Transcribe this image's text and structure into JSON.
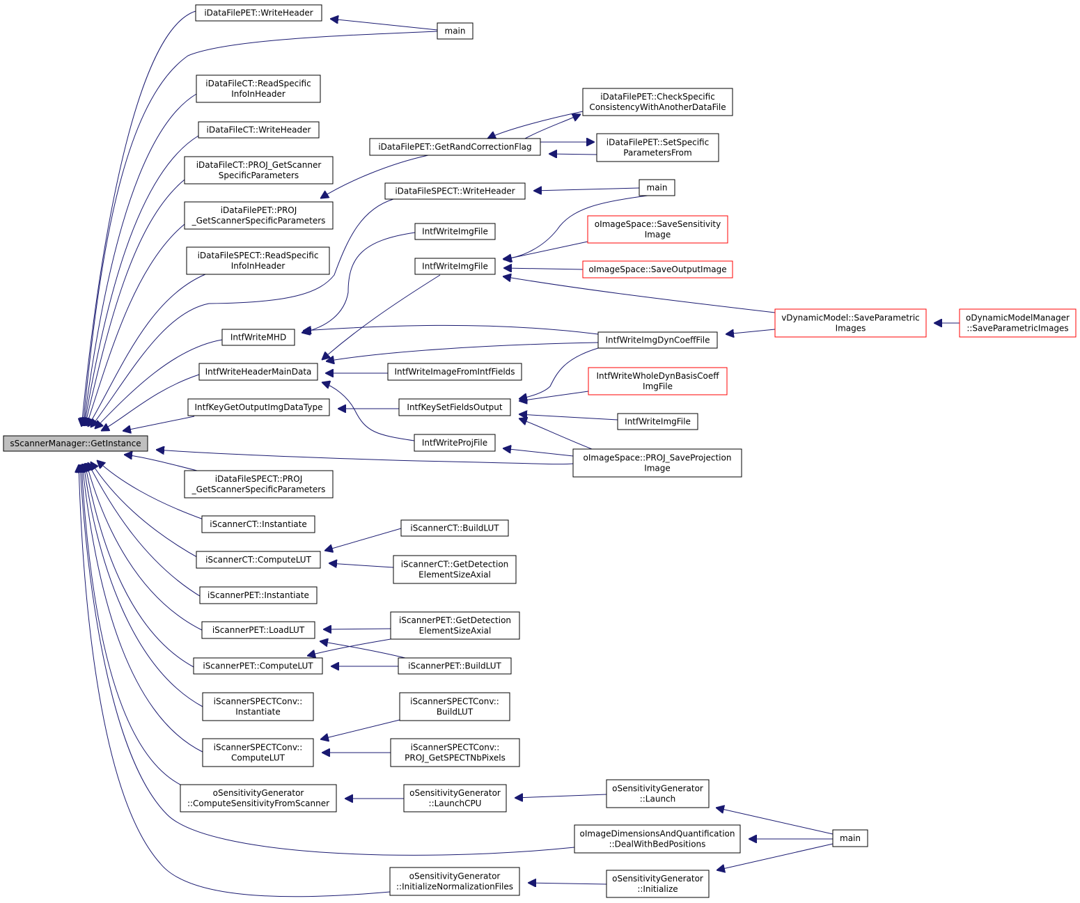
{
  "diagram": {
    "title": "",
    "colors": {
      "edge": "#191970",
      "node_border": "#000000",
      "truncated_border": "#ff0000",
      "root_fill": "#bfbfbf"
    },
    "nodes": [
      {
        "id": "root",
        "label": "sScannerManager::GetInstance",
        "style": "root"
      },
      {
        "id": "n1",
        "label": "iDataFilePET::WriteHeader"
      },
      {
        "id": "n2",
        "label": "main"
      },
      {
        "id": "n3",
        "label": "iDataFileCT::ReadSpecific\nInfoInHeader"
      },
      {
        "id": "n4",
        "label": "iDataFileCT::WriteHeader"
      },
      {
        "id": "n5",
        "label": "iDataFileCT::PROJ_GetScanner\nSpecificParameters"
      },
      {
        "id": "n6",
        "label": "iDataFilePET::PROJ\n_GetScannerSpecificParameters"
      },
      {
        "id": "n7",
        "label": "iDataFilePET::GetRandCorrectionFlag"
      },
      {
        "id": "n8",
        "label": "iDataFilePET::CheckSpecific\nConsistencyWithAnotherDataFile"
      },
      {
        "id": "n9",
        "label": "iDataFilePET::SetSpecific\nParametersFrom"
      },
      {
        "id": "n10",
        "label": "iDataFileSPECT::ReadSpecific\nInfoInHeader"
      },
      {
        "id": "n11",
        "label": "iDataFileSPECT::WriteHeader"
      },
      {
        "id": "n12",
        "label": "main"
      },
      {
        "id": "n13",
        "label": "IntfWriteMHD"
      },
      {
        "id": "n14",
        "label": "IntfWriteImgFile"
      },
      {
        "id": "n15",
        "label": "IntfWriteImgFile"
      },
      {
        "id": "n16",
        "label": "oImageSpace::SaveSensitivity\nImage",
        "style": "truncated"
      },
      {
        "id": "n17",
        "label": "oImageSpace::SaveOutputImage",
        "style": "truncated"
      },
      {
        "id": "n18",
        "label": "vDynamicModel::SaveParametric\nImages",
        "style": "truncated"
      },
      {
        "id": "n19",
        "label": "oDynamicModelManager\n::SaveParametricImages",
        "style": "truncated"
      },
      {
        "id": "n20",
        "label": "IntfWriteHeaderMainData"
      },
      {
        "id": "n21",
        "label": "IntfWriteImgDynCoeffFile"
      },
      {
        "id": "n22",
        "label": "IntfWriteImageFromIntfFields"
      },
      {
        "id": "n23",
        "label": "IntfKeyGetOutputImgDataType"
      },
      {
        "id": "n24",
        "label": "IntfKeySetFieldsOutput"
      },
      {
        "id": "n25",
        "label": "IntfWriteWholeDynBasisCoeff\nImgFile",
        "style": "truncated"
      },
      {
        "id": "n26",
        "label": "IntfWriteImgFile"
      },
      {
        "id": "n27",
        "label": "IntfWriteProjFile"
      },
      {
        "id": "n28",
        "label": "oImageSpace::PROJ_SaveProjection\nImage"
      },
      {
        "id": "n29",
        "label": "iDataFileSPECT::PROJ\n_GetScannerSpecificParameters"
      },
      {
        "id": "n30",
        "label": "iScannerCT::Instantiate"
      },
      {
        "id": "n31",
        "label": "iScannerCT::BuildLUT"
      },
      {
        "id": "n32",
        "label": "iScannerCT::ComputeLUT"
      },
      {
        "id": "n33",
        "label": "iScannerCT::GetDetection\nElementSizeAxial"
      },
      {
        "id": "n34",
        "label": "iScannerPET::Instantiate"
      },
      {
        "id": "n35",
        "label": "iScannerPET::GetDetection\nElementSizeAxial"
      },
      {
        "id": "n36",
        "label": "iScannerPET::LoadLUT"
      },
      {
        "id": "n37",
        "label": "iScannerPET::ComputeLUT"
      },
      {
        "id": "n38",
        "label": "iScannerPET::BuildLUT"
      },
      {
        "id": "n39",
        "label": "iScannerSPECTConv::\nInstantiate"
      },
      {
        "id": "n40",
        "label": "iScannerSPECTConv::\nBuildLUT"
      },
      {
        "id": "n41",
        "label": "iScannerSPECTConv::\nComputeLUT"
      },
      {
        "id": "n42",
        "label": "iScannerSPECTConv::\nPROJ_GetSPECTNbPixels"
      },
      {
        "id": "n43",
        "label": "oSensitivityGenerator\n::ComputeSensitivityFromScanner"
      },
      {
        "id": "n44",
        "label": "oSensitivityGenerator\n::LaunchCPU"
      },
      {
        "id": "n45",
        "label": "oSensitivityGenerator\n::Launch"
      },
      {
        "id": "n46",
        "label": "oImageDimensionsAndQuantification\n::DealWithBedPositions"
      },
      {
        "id": "n47",
        "label": "main"
      },
      {
        "id": "n48",
        "label": "oSensitivityGenerator\n::InitializeNormalizationFiles"
      },
      {
        "id": "n49",
        "label": "oSensitivityGenerator\n::Initialize"
      }
    ],
    "edges": [
      {
        "from": "n1",
        "to": "root"
      },
      {
        "from": "n2",
        "to": "n1"
      },
      {
        "from": "n2",
        "to": "root"
      },
      {
        "from": "n3",
        "to": "root"
      },
      {
        "from": "n4",
        "to": "root"
      },
      {
        "from": "n5",
        "to": "root"
      },
      {
        "from": "n6",
        "to": "root"
      },
      {
        "from": "n7",
        "to": "n6"
      },
      {
        "from": "n8",
        "to": "n7"
      },
      {
        "from": "n7",
        "to": "n8"
      },
      {
        "from": "n9",
        "to": "n7"
      },
      {
        "from": "n7",
        "to": "n9"
      },
      {
        "from": "n10",
        "to": "root"
      },
      {
        "from": "n11",
        "to": "root"
      },
      {
        "from": "n12",
        "to": "n11"
      },
      {
        "from": "n13",
        "to": "root"
      },
      {
        "from": "n14",
        "to": "n13"
      },
      {
        "from": "n12",
        "to": "n15"
      },
      {
        "from": "n16",
        "to": "n15"
      },
      {
        "from": "n17",
        "to": "n15"
      },
      {
        "from": "n18",
        "to": "n15"
      },
      {
        "from": "n19",
        "to": "n18"
      },
      {
        "from": "n20",
        "to": "root"
      },
      {
        "from": "n15",
        "to": "n20"
      },
      {
        "from": "n21",
        "to": "n13"
      },
      {
        "from": "n21",
        "to": "n20"
      },
      {
        "from": "n18",
        "to": "n21"
      },
      {
        "from": "n22",
        "to": "n20"
      },
      {
        "from": "n27",
        "to": "n20"
      },
      {
        "from": "n23",
        "to": "root"
      },
      {
        "from": "n24",
        "to": "n23"
      },
      {
        "from": "n21",
        "to": "n24"
      },
      {
        "from": "n25",
        "to": "n24"
      },
      {
        "from": "n26",
        "to": "n24"
      },
      {
        "from": "n28",
        "to": "n24"
      },
      {
        "from": "n28",
        "to": "n27"
      },
      {
        "from": "n28",
        "to": "root"
      },
      {
        "from": "n29",
        "to": "root"
      },
      {
        "from": "n30",
        "to": "root"
      },
      {
        "from": "n32",
        "to": "root"
      },
      {
        "from": "n31",
        "to": "n32"
      },
      {
        "from": "n33",
        "to": "n32"
      },
      {
        "from": "n34",
        "to": "root"
      },
      {
        "from": "n36",
        "to": "root"
      },
      {
        "from": "n35",
        "to": "n36"
      },
      {
        "from": "n38",
        "to": "n36"
      },
      {
        "from": "n37",
        "to": "root"
      },
      {
        "from": "n35",
        "to": "n37"
      },
      {
        "from": "n38",
        "to": "n37"
      },
      {
        "from": "n39",
        "to": "root"
      },
      {
        "from": "n41",
        "to": "root"
      },
      {
        "from": "n40",
        "to": "n41"
      },
      {
        "from": "n42",
        "to": "n41"
      },
      {
        "from": "n43",
        "to": "root"
      },
      {
        "from": "n44",
        "to": "n43"
      },
      {
        "from": "n45",
        "to": "n44"
      },
      {
        "from": "n47",
        "to": "n45"
      },
      {
        "from": "n46",
        "to": "root"
      },
      {
        "from": "n47",
        "to": "n46"
      },
      {
        "from": "n48",
        "to": "root"
      },
      {
        "from": "n49",
        "to": "n48"
      },
      {
        "from": "n47",
        "to": "n49"
      }
    ]
  }
}
